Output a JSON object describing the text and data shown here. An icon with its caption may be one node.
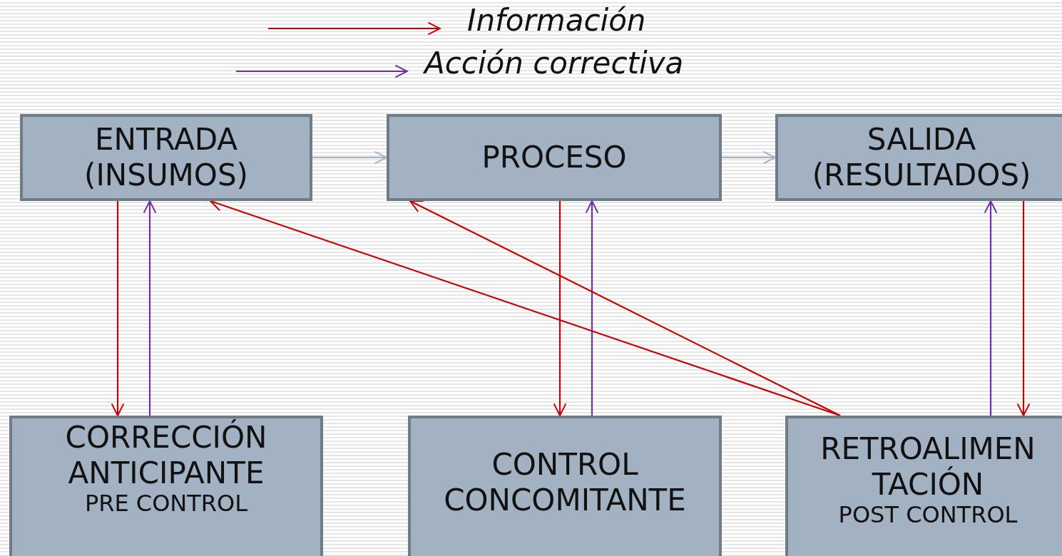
{
  "diagram": {
    "nodes": [
      {
        "text": [
          "ENTRADA (INSUMOS)"
        ]
      },
      {
        "text": [
          "PROCESO"
        ]
      },
      {
        "text": [
          "SALIDA (RESULTADOS)"
        ]
      },
      {
        "text": [
          "CORRECCIÓN ANTICIPANTE",
          "PRE CONTROL"
        ]
      },
      {
        "text": [
          "CONTROL CONCOMITANTE"
        ]
      },
      {
        "text": [
          "RETROALIMEN TACIÓN",
          "POST CONTROL"
        ]
      }
    ],
    "edges": [
      {
        "from": 0,
        "to": 1,
        "arrow": "to",
        "color": "#a3b4c6"
      },
      {
        "from": 1,
        "to": 2,
        "arrow": "to",
        "color": "#a3b4c6"
      },
      {
        "from": 0,
        "to": 3,
        "arrow": "to"
      },
      {
        "from": 3,
        "to": 0,
        "arrow": "to",
        "color": "#7030a0"
      },
      {
        "from": 1,
        "to": 4,
        "arrow": "to"
      },
      {
        "from": 4,
        "to": 1,
        "arrow": "to",
        "color": "#7030a0"
      },
      {
        "from": 2,
        "to": 5,
        "arrow": "to"
      },
      {
        "from": 5,
        "to": 2,
        "arrow": "to",
        "color": "#7030a0"
      },
      {
        "from": 5,
        "to": 0,
        "arrow": "to"
      },
      {
        "from": 5,
        "to": 1,
        "arrow": "to"
      }
    ],
    "legend": [
      {
        "text": "Información"
      },
      {
        "text": "Acción correctiva"
      }
    ]
  }
}
